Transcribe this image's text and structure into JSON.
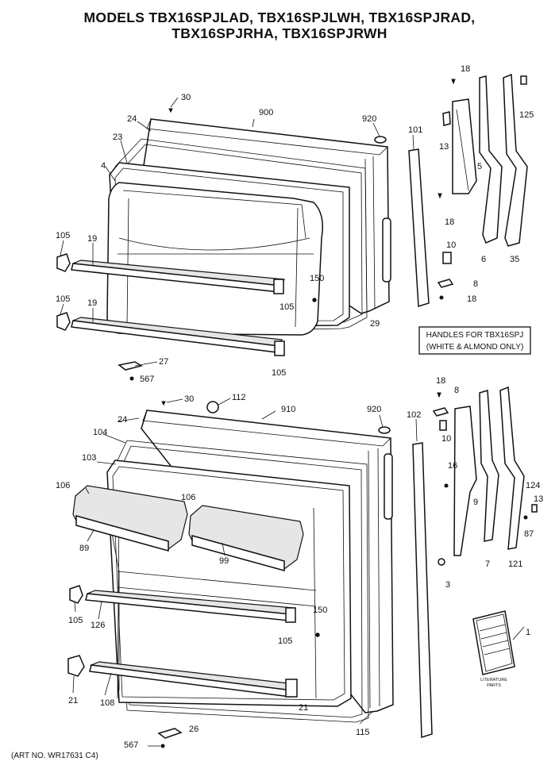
{
  "header": {
    "line1": "MODELS TBX16SPJLAD, TBX16SPJLWH, TBX16SPJRAD,",
    "line2": "TBX16SPJRHA, TBX16SPJRWH"
  },
  "note": {
    "line1": "HANDLES FOR TBX16SPJ",
    "line2": "(WHITE & ALMOND ONLY)"
  },
  "literature": {
    "line1": "LITERATURE",
    "line2": "PARTS"
  },
  "art_no": "(ART NO. WR17631 C4)",
  "callouts": [
    {
      "text": "30"
    },
    {
      "text": "900"
    },
    {
      "text": "24"
    },
    {
      "text": "23"
    },
    {
      "text": "4"
    },
    {
      "text": "920"
    },
    {
      "text": "101"
    },
    {
      "text": "18"
    },
    {
      "text": "13"
    },
    {
      "text": "5"
    },
    {
      "text": "125"
    },
    {
      "text": "18"
    },
    {
      "text": "10"
    },
    {
      "text": "6"
    },
    {
      "text": "35"
    },
    {
      "text": "8"
    },
    {
      "text": "18"
    },
    {
      "text": "105"
    },
    {
      "text": "19"
    },
    {
      "text": "105"
    },
    {
      "text": "150"
    },
    {
      "text": "29"
    },
    {
      "text": "105"
    },
    {
      "text": "19"
    },
    {
      "text": "105"
    },
    {
      "text": "27"
    },
    {
      "text": "567"
    },
    {
      "text": "30"
    },
    {
      "text": "112"
    },
    {
      "text": "910"
    },
    {
      "text": "920"
    },
    {
      "text": "102"
    },
    {
      "text": "24"
    },
    {
      "text": "104"
    },
    {
      "text": "103"
    },
    {
      "text": "106"
    },
    {
      "text": "106"
    },
    {
      "text": "89"
    },
    {
      "text": "99"
    },
    {
      "text": "18"
    },
    {
      "text": "8"
    },
    {
      "text": "10"
    },
    {
      "text": "16"
    },
    {
      "text": "9"
    },
    {
      "text": "124"
    },
    {
      "text": "13"
    },
    {
      "text": "87"
    },
    {
      "text": "7"
    },
    {
      "text": "121"
    },
    {
      "text": "3"
    },
    {
      "text": "105"
    },
    {
      "text": "126"
    },
    {
      "text": "105"
    },
    {
      "text": "150"
    },
    {
      "text": "1"
    },
    {
      "text": "21"
    },
    {
      "text": "108"
    },
    {
      "text": "21"
    },
    {
      "text": "115"
    },
    {
      "text": "26"
    },
    {
      "text": "567"
    }
  ]
}
